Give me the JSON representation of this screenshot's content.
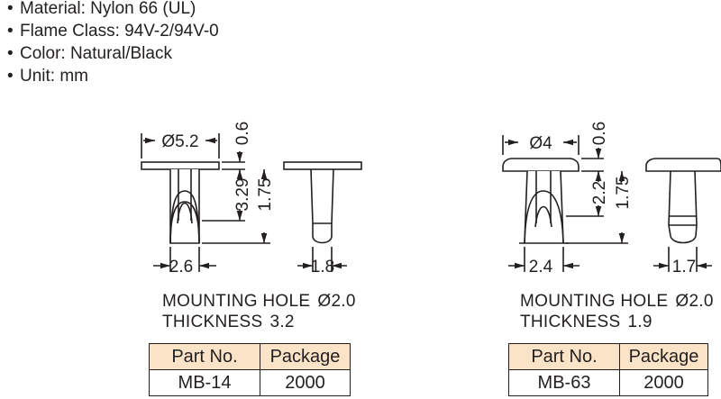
{
  "specs": [
    {
      "bullet": "•",
      "text": "Material: Nylon 66 (UL)"
    },
    {
      "bullet": "•",
      "text": "Flame Class: 94V-2/94V-0"
    },
    {
      "bullet": "•",
      "text": "Color: Natural/Black"
    },
    {
      "bullet": "•",
      "text": "Unit: mm"
    }
  ],
  "parts": [
    {
      "dims": {
        "head_dia": "Ø5.2",
        "head_thk": "0.6",
        "shank_len": "3.29",
        "total_len": "1.75",
        "tip_w": "2.6",
        "side_w": "1.8"
      },
      "mounting_label": "MOUNTING HOLE",
      "mounting_value": "Ø2.0",
      "thickness_label": "THICKNESS",
      "thickness_value": "3.2",
      "table": {
        "headers": [
          "Part No.",
          "Package"
        ],
        "row": [
          "MB-14",
          "2000"
        ]
      }
    },
    {
      "dims": {
        "head_dia": "Ø4",
        "head_thk": "0.6",
        "shank_len": "2.2",
        "total_len": "1.75",
        "tip_w": "2.4",
        "side_w": "1.7"
      },
      "mounting_label": "MOUNTING HOLE",
      "mounting_value": "Ø2.0",
      "thickness_label": "THICKNESS",
      "thickness_value": "1.9",
      "table": {
        "headers": [
          "Part No.",
          "Package"
        ],
        "row": [
          "MB-63",
          "2000"
        ]
      }
    }
  ]
}
